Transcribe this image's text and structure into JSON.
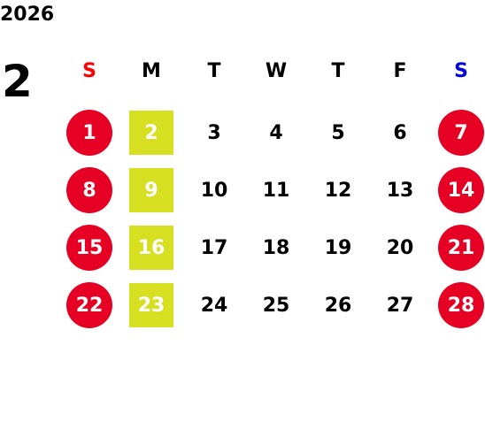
{
  "year": "2026",
  "month": "2",
  "colors": {
    "sunday": "#ff0000",
    "saturday": "#0000dd",
    "holiday_circle": "#e60023",
    "monday_highlight": "#d7df21"
  },
  "weekdays": [
    "S",
    "M",
    "T",
    "W",
    "T",
    "F",
    "S"
  ],
  "weeks": [
    [
      "1",
      "2",
      "3",
      "4",
      "5",
      "6",
      "7"
    ],
    [
      "8",
      "9",
      "10",
      "11",
      "12",
      "13",
      "14"
    ],
    [
      "15",
      "16",
      "17",
      "18",
      "19",
      "20",
      "21"
    ],
    [
      "22",
      "23",
      "24",
      "25",
      "26",
      "27",
      "28"
    ]
  ]
}
